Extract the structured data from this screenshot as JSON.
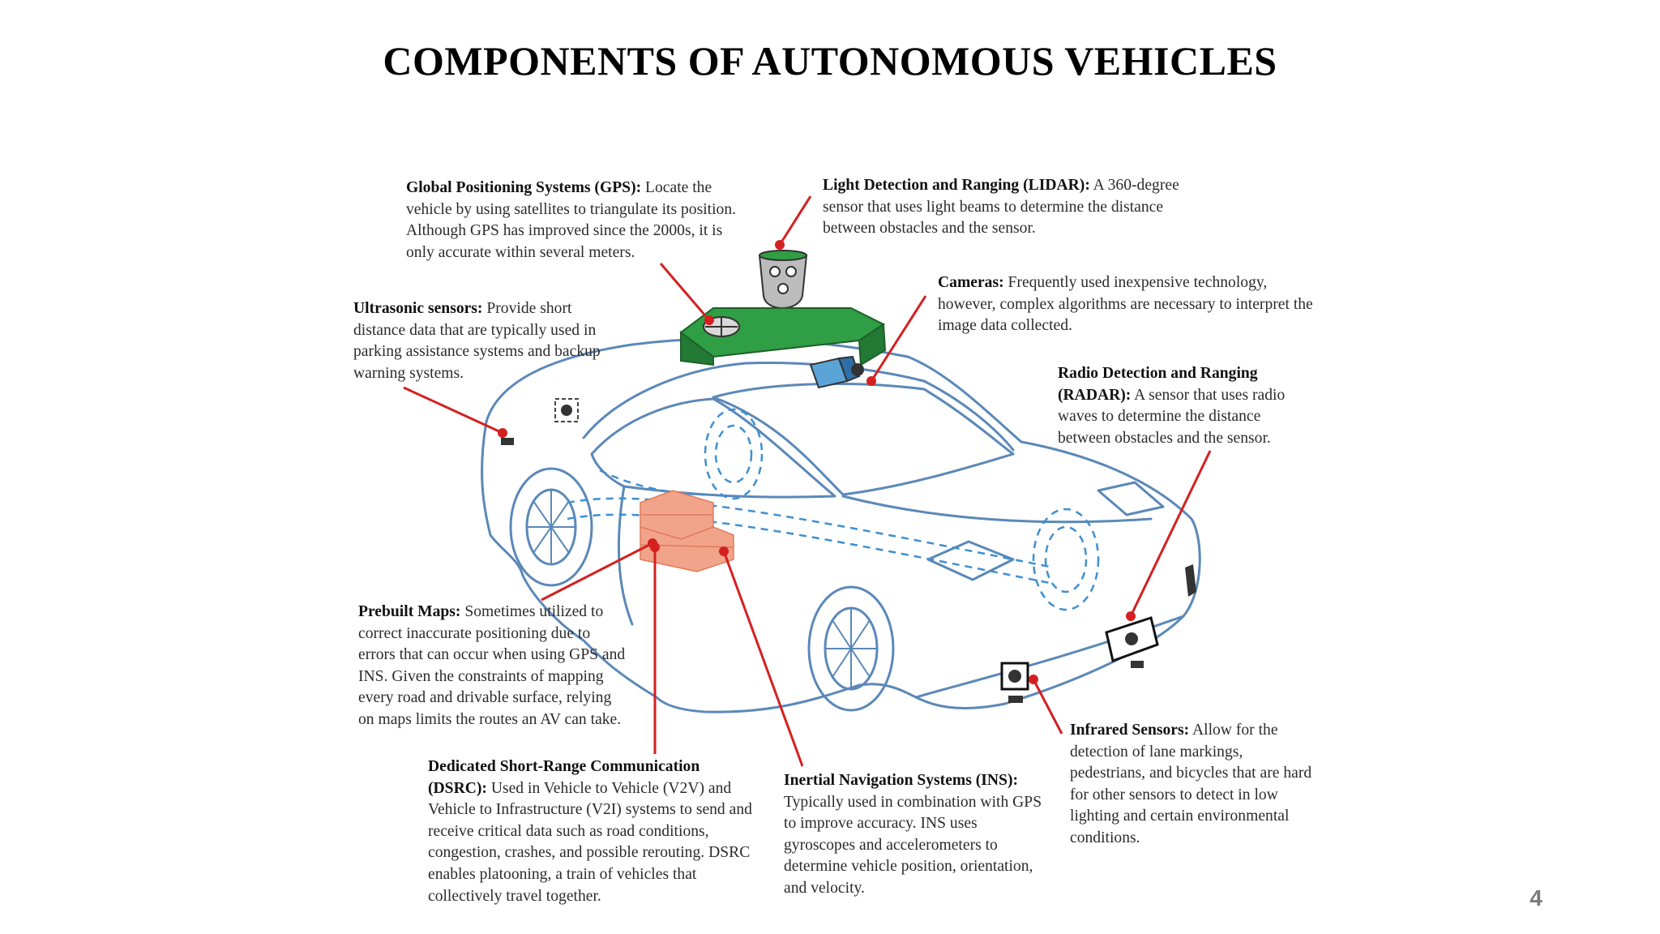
{
  "slide": {
    "title": "COMPONENTS OF AUTONOMOUS VEHICLES",
    "page_number": "4"
  },
  "colors": {
    "car_outline": "#5b88b8",
    "car_dashed": "#3f8fd0",
    "leader_line": "#d42020",
    "sensor_mount": "#2f9e44",
    "battery": "#f2a48a"
  },
  "callouts": {
    "gps": {
      "term": "Global Positioning Systems (GPS):",
      "text": "Locate the vehicle by using satellites to triangulate its position. Although GPS has improved since the 2000s, it is only accurate within several meters."
    },
    "lidar": {
      "term": "Light Detection and Ranging (LIDAR):",
      "text": "A 360-degree sensor that uses light beams to determine the distance between obstacles and the sensor."
    },
    "ultrasonic": {
      "term": "Ultrasonic sensors:",
      "text": "Provide short distance data that are typically used in parking assistance systems and backup warning systems."
    },
    "cameras": {
      "term": "Cameras:",
      "text": "Frequently used inexpensive technology, however, complex algorithms are necessary to interpret the image data collected."
    },
    "radar": {
      "term": "Radio Detection and Ranging (RADAR):",
      "text": "A sensor that uses radio waves to determine the distance between obstacles and the sensor."
    },
    "prebuilt_maps": {
      "term": "Prebuilt Maps:",
      "text": "Sometimes utilized to correct inaccurate positioning due to errors that can occur when using GPS and INS. Given the constraints of mapping every road and drivable surface, relying on maps limits the routes an AV can take."
    },
    "dsrc": {
      "term": "Dedicated Short-Range Communication (DSRC):",
      "text": "Used in Vehicle to Vehicle (V2V) and Vehicle to Infrastructure (V2I) systems to send and receive critical data such as road conditions, congestion, crashes, and possible rerouting. DSRC enables platooning, a train of vehicles that collectively travel together."
    },
    "ins": {
      "term": "Inertial Navigation Systems (INS):",
      "text": "Typically used in combination with GPS to improve accuracy. INS uses gyroscopes and accelerometers to determine vehicle position, orientation, and velocity."
    },
    "infrared": {
      "term": "Infrared Sensors:",
      "text": "Allow for the detection of lane markings, pedestrians, and bicycles that are hard for other sensors to detect in low lighting and certain environmental conditions."
    }
  }
}
